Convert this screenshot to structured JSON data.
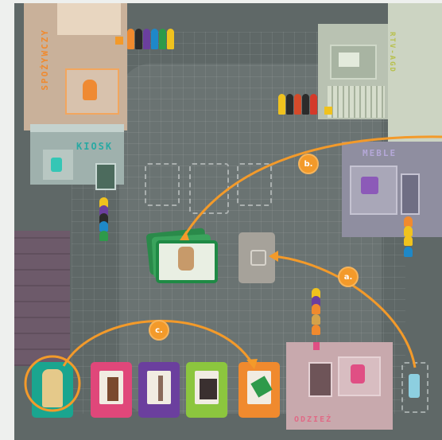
{
  "board": {
    "shop_signs": {
      "spozywczy": "SPOŻYWCZY",
      "kiosk": "KIOSK",
      "rtv_agd": "RTV-AGD",
      "meble": "MEBLE",
      "odziez": "ODZIEŻ"
    }
  },
  "annotations": {
    "marker_a": "a.",
    "marker_b": "b.",
    "marker_c": "c."
  },
  "colors": {
    "arrow": "#f39a2a",
    "board_background": "#5f6867",
    "highlight_ring": "#f39a2a"
  },
  "product_cards": [
    {
      "name": "food-product-card",
      "border": "#1aa58f"
    },
    {
      "name": "clothing-product-card",
      "border": "#e0477a"
    },
    {
      "name": "furniture-product-card",
      "border": "#6b3f9e"
    },
    {
      "name": "electronics-product-card",
      "border": "#8cc63e"
    },
    {
      "name": "kiosk-product-card",
      "border": "#f08a2e"
    }
  ],
  "icons": [
    "arrow-icon",
    "pawn-icon",
    "card-deck-icon",
    "product-token-icon"
  ]
}
